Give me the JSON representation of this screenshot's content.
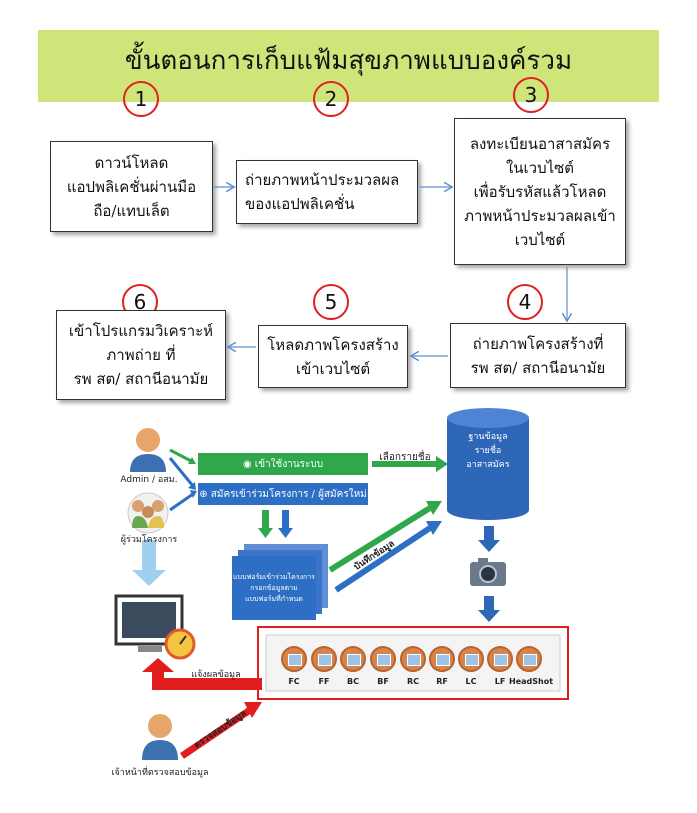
{
  "title": "ขั้นตอนการเก็บแฟ้มสุขภาพแบบองค์รวม",
  "steps": [
    {
      "num": "1",
      "lines": [
        "ดาวน์โหลด",
        "แอปพลิเคชั่นผ่านมือ",
        "ถือ/แทบเล็ต"
      ]
    },
    {
      "num": "2",
      "lines": [
        "ถ่ายภาพหน้าประมวลผล",
        "ของแอปพลิเคชั่น"
      ]
    },
    {
      "num": "3",
      "lines": [
        "ลงทะเบียนอาสาสมัคร",
        "ในเวบไซต์",
        "เพื่อรับรหัสแล้วโหลด",
        "ภาพหน้าประมวลผลเข้า",
        "เวบไซต์"
      ]
    },
    {
      "num": "4",
      "lines": [
        "ถ่ายภาพโครงสร้างที่",
        "รพ สต/ สถานีอนามัย"
      ]
    },
    {
      "num": "5",
      "lines": [
        "โหลดภาพโครงสร้าง",
        "เข้าเวบไซต์"
      ]
    },
    {
      "num": "6",
      "lines": [
        "เข้าโปรแกรมวิเคราะห์",
        "ภาพถ่าย ที่",
        "รพ สต/ สถานีอนามัย"
      ]
    }
  ],
  "system": {
    "admin_label": "Admin / อสม.",
    "participant_label": "ผู้ร่วมโครงการ",
    "login_bar": "เข้าใช้งานระบบ",
    "register_bar": "สมัครเข้าร่วมโครงการ / ผู้สมัครใหม่",
    "select_name": "เลือกรายชื่อ",
    "database_lines": [
      "ฐานข้อมูล",
      "รายชื่อ",
      "อาสาสมัคร"
    ],
    "form_lines": [
      "แบบฟอร์มเข้าร่วมโครงการ",
      "กรอกข้อมูลตาม",
      "แบบฟอร์มที่กำหนด"
    ],
    "save_data": "บันทึกข้อมูล",
    "notify_result": "แจ้งผลข้อมูล",
    "verify_data": "ตรวจสอบข้อมูล",
    "officer_label": "เจ้าหน้าที่ตรวจสอบข้อมูล",
    "photo_labels": [
      "FC",
      "FF",
      "BC",
      "BF",
      "RC",
      "RF",
      "LC",
      "LF",
      "HeadShot"
    ]
  },
  "colors": {
    "banner": "#cfe57a",
    "circle": "#e02020",
    "green_bar": "#2ea84a",
    "blue_bar": "#2c6fc4",
    "red": "#e01e1e",
    "database": "#2f67b8"
  }
}
